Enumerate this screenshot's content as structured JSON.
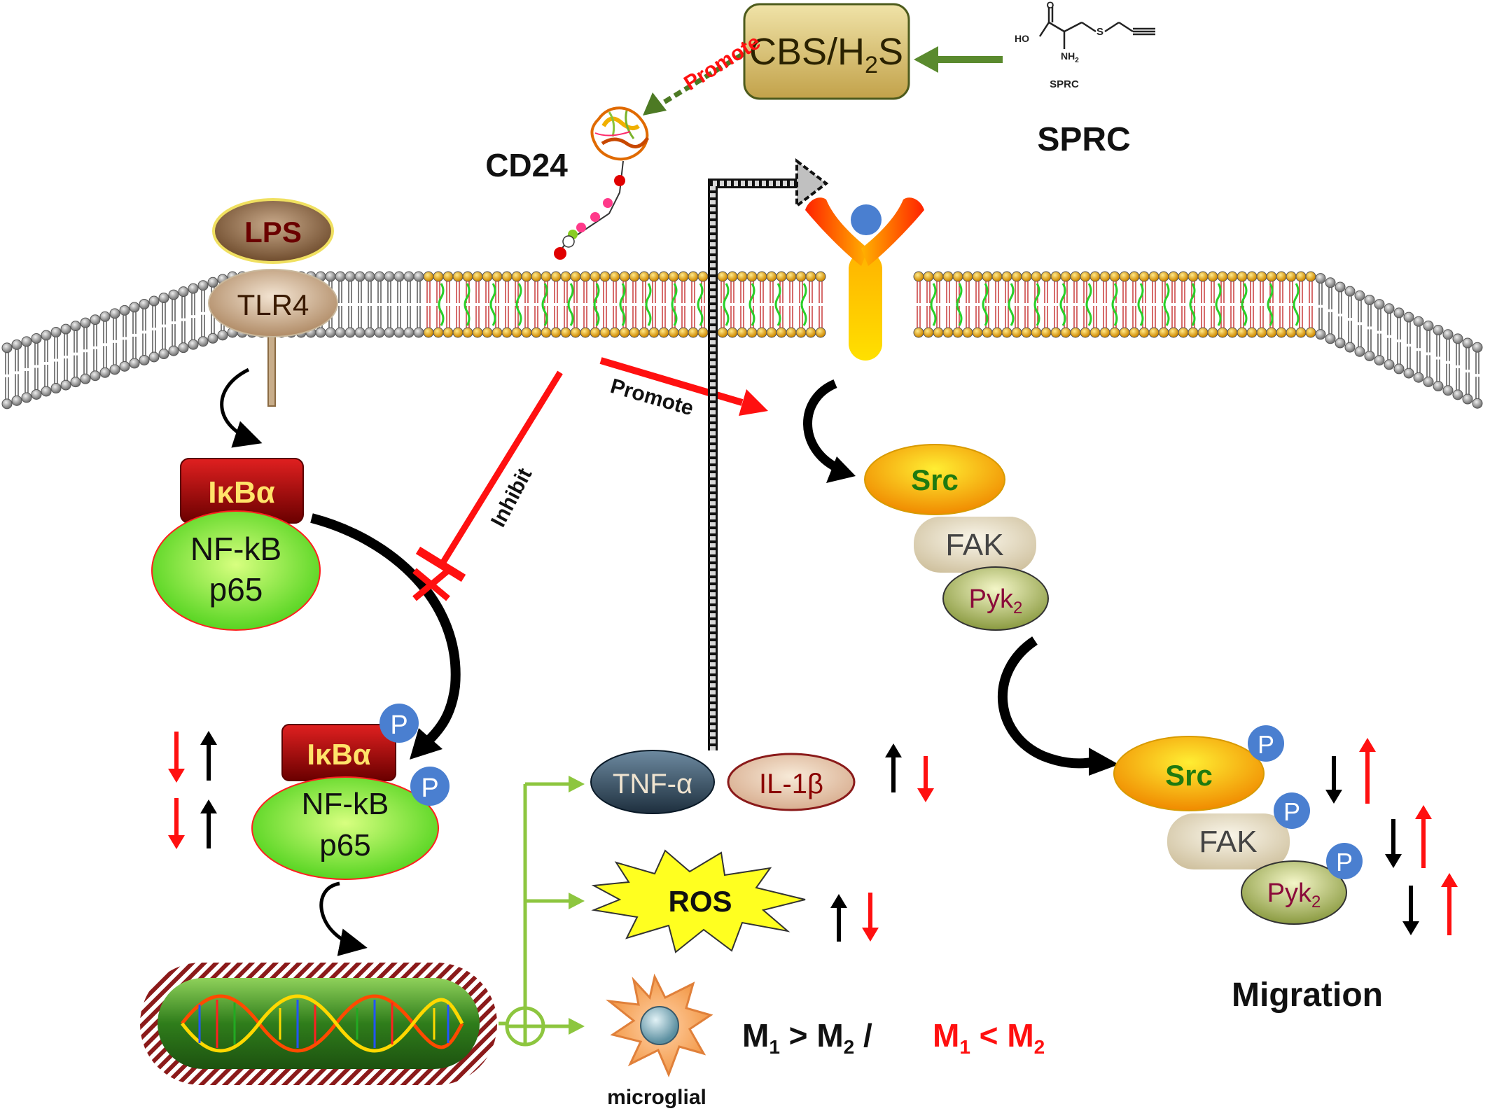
{
  "top": {
    "cbs_h2s": {
      "main": "CBS/H",
      "sub": "2",
      "tail": "S"
    },
    "promote_top": "Promote",
    "sprc_mol_label": "SPRC",
    "sprc_label": "SPRC",
    "mol_ho": "HO",
    "mol_o": "O",
    "mol_nh2": "NH",
    "mol_nh2_sub": "2",
    "mol_s": "S",
    "cd24_label": "CD24"
  },
  "left_pathway": {
    "lps": "LPS",
    "tlr4": "TLR4",
    "ikba": "IκBα",
    "nfkb_line1": "NF-kB",
    "nfkb_line2": "p65",
    "ikba_p": "IκBα",
    "nfkb_p_line1": "NF-kB",
    "nfkb_p_line2": "p65",
    "phospho": "P"
  },
  "cd24_effects": {
    "inhibit": "Inhibit",
    "promote": "Promote"
  },
  "outputs": {
    "tnf": "TNF-α",
    "il1b": "IL-1β",
    "ros": "ROS",
    "microglial": "microglial",
    "m_left": {
      "a": "M",
      "a_sub": "1",
      "op": " > ",
      "b": "M",
      "b_sub": "2",
      "slash": " /"
    },
    "m_right": {
      "a": "M",
      "a_sub": "1",
      "op": " < ",
      "b": "M",
      "b_sub": "2"
    }
  },
  "right_pathway": {
    "src": "Src",
    "fak": "FAK",
    "pyk2": {
      "main": "Pyk",
      "sub": "2"
    },
    "src_p": "Src",
    "fak_p": "FAK",
    "pyk2_p": {
      "main": "Pyk",
      "sub": "2"
    },
    "migration": "Migration"
  },
  "colors": {
    "red_arrow": "#ff1010",
    "green_arrow": "#5a8a2e",
    "light_green": "#8dc63f",
    "phospho_blue": "#4a7fd0"
  }
}
